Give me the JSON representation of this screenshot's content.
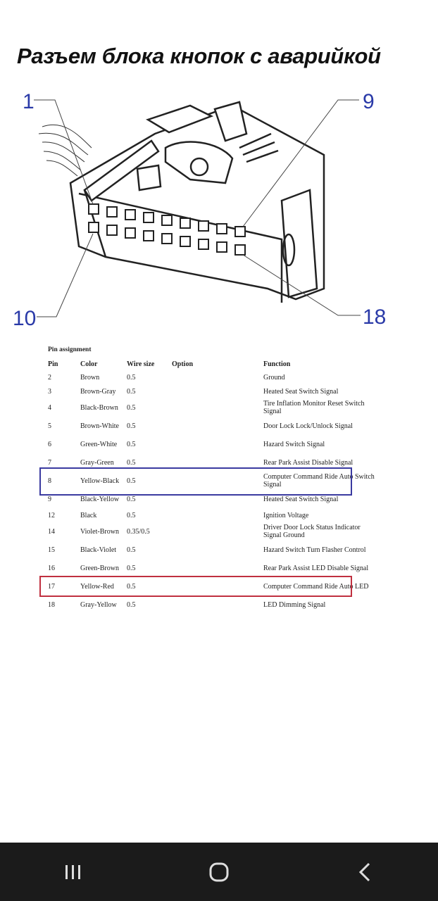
{
  "title": "Разъем блока кнопок с аварийкой",
  "diagram": {
    "callouts": [
      "1",
      "9",
      "10",
      "18"
    ]
  },
  "table": {
    "caption": "Pin assignment",
    "headers": [
      "Pin",
      "Color",
      "Wire size",
      "Option",
      "Function"
    ],
    "rows": [
      {
        "pin": "2",
        "color": "Brown",
        "wire": "0.5",
        "option": "",
        "func": "Ground"
      },
      {
        "pin": "3",
        "color": "Brown-Gray",
        "wire": "0.5",
        "option": "",
        "func": "Heated Seat Switch Signal"
      },
      {
        "pin": "4",
        "color": "Black-Brown",
        "wire": "0.5",
        "option": "",
        "func": "Tire Inflation Monitor Reset Switch Signal"
      },
      {
        "pin": "5",
        "color": "Brown-White",
        "wire": "0.5",
        "option": "",
        "func": "Door Lock Lock/Unlock Signal"
      },
      {
        "pin": "6",
        "color": "Green-White",
        "wire": "0.5",
        "option": "",
        "func": "Hazard Switch Signal"
      },
      {
        "pin": "7",
        "color": "Gray-Green",
        "wire": "0.5",
        "option": "",
        "func": "Rear Park Assist Disable Signal"
      },
      {
        "pin": "8",
        "color": "Yellow-Black",
        "wire": "0.5",
        "option": "",
        "func": "Computer Command Ride Auto Switch Signal"
      },
      {
        "pin": "9",
        "color": "Black-Yellow",
        "wire": "0.5",
        "option": "",
        "func": "Heated Seat Switch Signal"
      },
      {
        "pin": "12",
        "color": "Black",
        "wire": "0.5",
        "option": "",
        "func": "Ignition Voltage"
      },
      {
        "pin": "14",
        "color": "Violet-Brown",
        "wire": "0.35/0.5",
        "option": "",
        "func": "Driver Door Lock Status Indicator Signal Ground"
      },
      {
        "pin": "15",
        "color": "Black-Violet",
        "wire": "0.5",
        "option": "",
        "func": "Hazard Switch Turn Flasher Control"
      },
      {
        "pin": "16",
        "color": "Green-Brown",
        "wire": "0.5",
        "option": "",
        "func": "Rear Park Assist LED Disable Signal"
      },
      {
        "pin": "17",
        "color": "Yellow-Red",
        "wire": "0.5",
        "option": "",
        "func": "Computer Command Ride Auto LED"
      },
      {
        "pin": "18",
        "color": "Gray-Yellow",
        "wire": "0.5",
        "option": "",
        "func": "LED Dimming Signal"
      }
    ]
  },
  "navbar": {
    "icons": [
      "recent-apps-icon",
      "home-icon",
      "back-icon"
    ],
    "bg": "#1b1b1b"
  },
  "colors": {
    "callout": "#2a3aa8",
    "highlight_blue": "#3a3aa0",
    "highlight_red": "#c03040"
  }
}
